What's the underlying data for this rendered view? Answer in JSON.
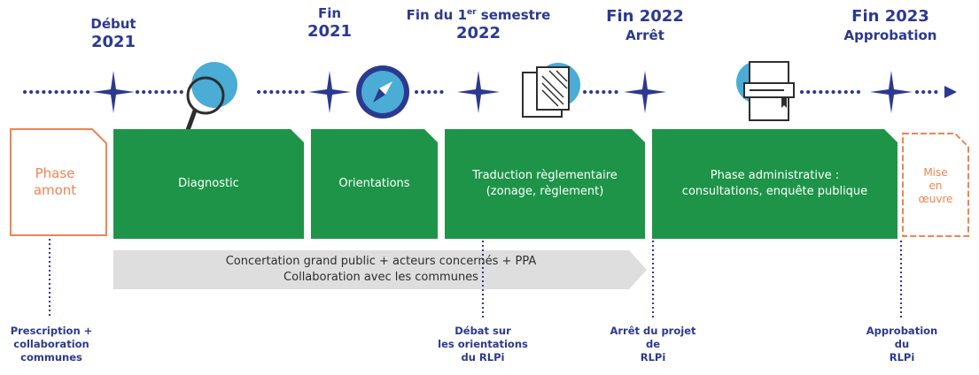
{
  "milestones": [
    {
      "line1": "Début",
      "line2": "2021"
    },
    {
      "line1": "Fin",
      "line2": "2021"
    },
    {
      "line1": "Fin du 1",
      "sup": "er",
      "line1b": " semestre",
      "line2": "2022"
    },
    {
      "line1": "Fin 2022",
      "line2": "Arrêt"
    },
    {
      "line1": "Fin 2023",
      "line2": "Approbation"
    }
  ],
  "phases": {
    "amont": [
      "Phase",
      "amont"
    ],
    "diagnostic": "Diagnostic",
    "orientations": "Orientations",
    "traduction": [
      "Traduction règlementaire",
      "(zonage, règlement)"
    ],
    "administrative": [
      "Phase administrative :",
      "consultations, enquête publique"
    ],
    "mise": [
      "Mise",
      "en",
      "œuvre"
    ]
  },
  "concertation": [
    "Concertation grand public + acteurs concernés + PPA",
    "Collaboration avec les communes"
  ],
  "bottom_labels": [
    [
      "Prescription +",
      "collaboration",
      "communes"
    ],
    [
      "Débat sur",
      "les orientations",
      "du RLPi"
    ],
    [
      "Arrêt du projet",
      "de",
      "RLPi"
    ],
    [
      "Approbation",
      "du",
      "RLPi"
    ]
  ],
  "colors": {
    "navy": "#2b3990",
    "green": "#1e9448",
    "orange": "#ef8354",
    "blue": "#4bacd6",
    "grey": "#dedede"
  },
  "icons": [
    "magnifier-icon",
    "compass-icon",
    "documents-icon",
    "book-icon"
  ]
}
